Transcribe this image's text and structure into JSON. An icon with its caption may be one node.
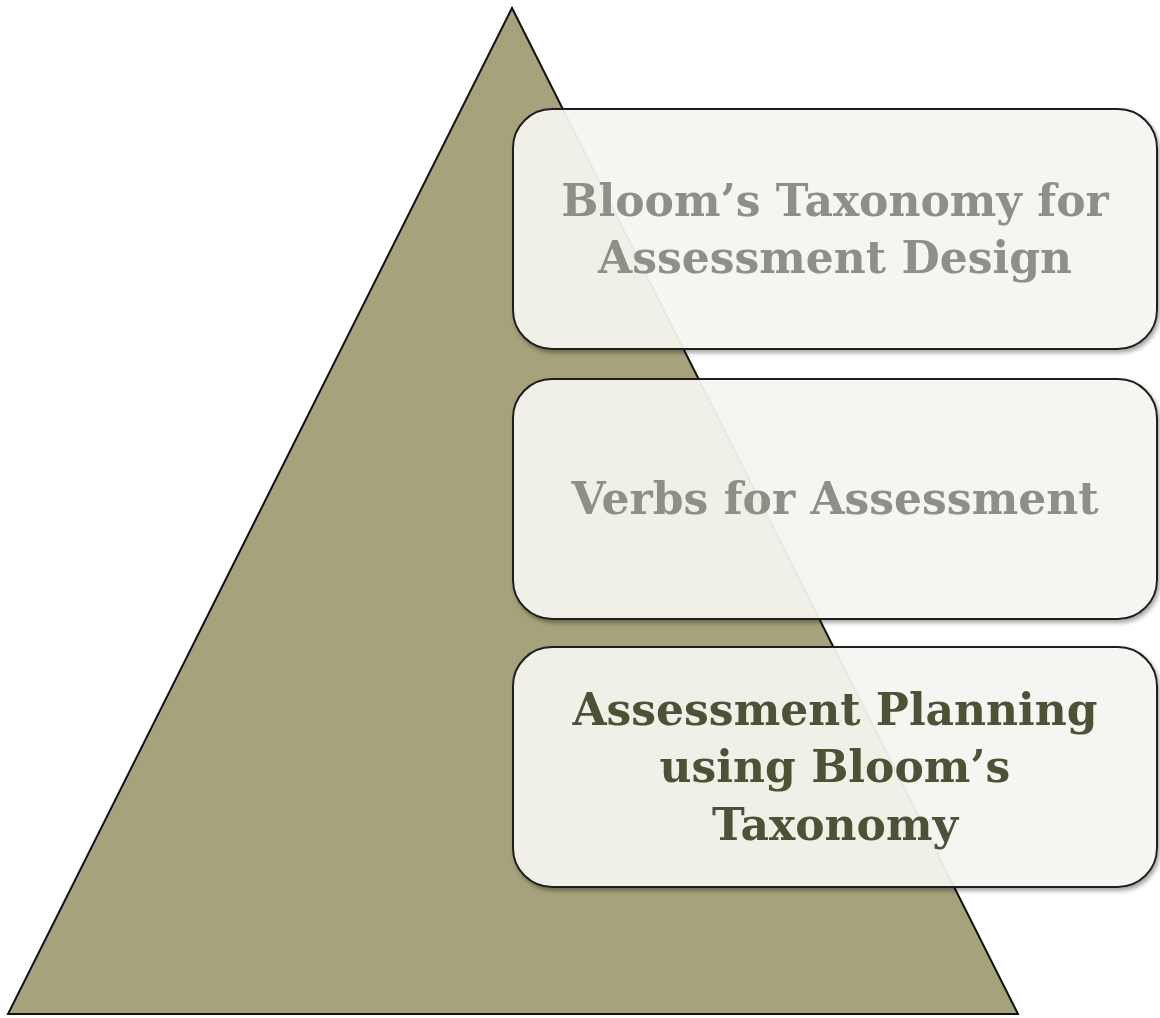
{
  "diagram": {
    "nodes": [
      {
        "text": [
          "Bloom’s Taxonomy for Assessment Design"
        ]
      },
      {
        "text": [
          "Verbs for Assessment"
        ]
      },
      {
        "text": [
          "Assessment Planning using Bloom’s Taxonomy"
        ]
      }
    ]
  }
}
